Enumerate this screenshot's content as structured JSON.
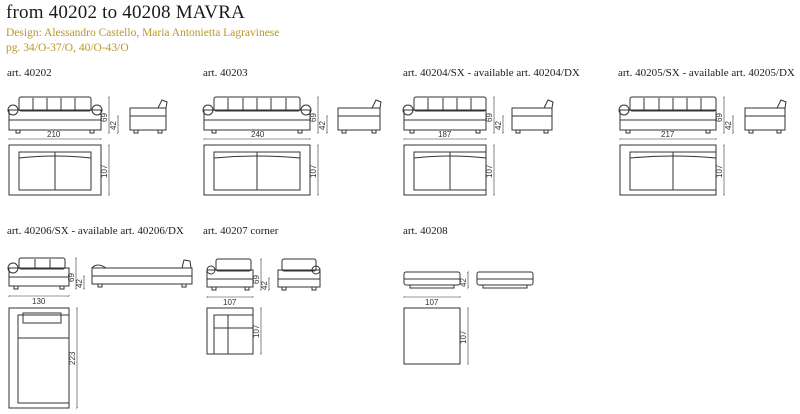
{
  "header": {
    "title": "from 40202 to 40208 MAVRA",
    "design": "Design:  Alessandro Castello, Maria Antonietta Lagravinese",
    "pages": "pg. 34/O-37/O, 40/O-43/O"
  },
  "articles": [
    {
      "label": "art. 40202",
      "width": "210",
      "height": "69",
      "seat": "42",
      "depth": "107"
    },
    {
      "label": "art. 40203",
      "width": "240",
      "height": "69",
      "seat": "42",
      "depth": "107"
    },
    {
      "label": "art. 40204/SX - available art. 40204/DX",
      "width": "187",
      "height": "69",
      "seat": "42",
      "depth": "107"
    },
    {
      "label": "art. 40205/SX - available art. 40205/DX",
      "width": "217",
      "height": "69",
      "seat": "42",
      "depth": "107"
    },
    {
      "label": "art. 40206/SX - available art. 40206/DX",
      "width": "130",
      "height": "69",
      "seat": "42",
      "depth": "223"
    },
    {
      "label": "art. 40207 corner",
      "width": "107",
      "height": "69",
      "seat": "42",
      "depth": "107"
    },
    {
      "label": "art. 40208",
      "width": "107",
      "seat": "42",
      "depth": "107"
    }
  ],
  "colors": {
    "ink": "#333333",
    "accent": "#b8972b"
  }
}
